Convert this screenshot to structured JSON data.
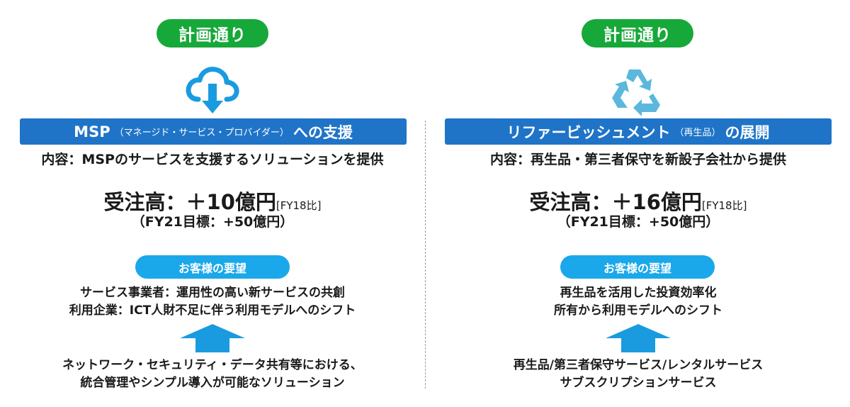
{
  "left": {
    "status_badge": "計画通り",
    "icon": "cloud-download-icon",
    "title_main": "MSP",
    "title_sub": "（マネージド・サービス・プロバイダー）",
    "title_tail": "への支援",
    "content": "内容：MSPのサービスを支援するソリューションを提供",
    "orders_label": "受注高：＋10億円",
    "orders_note": "[FY18比]",
    "target": "（FY21目標：+50億円）",
    "needs_badge": "お客様の要望",
    "needs": [
      "サービス事業者：運用性の高い新サービスの共創",
      "利用企業：ICT人財不足に伴う利用モデルへのシフト"
    ],
    "solutions": [
      "ネットワーク・セキュリティ・データ共有等における、",
      "統合管理やシンプル導入が可能なソリューション"
    ]
  },
  "right": {
    "status_badge": "計画通り",
    "icon": "recycle-icon",
    "title_main": "リファービッシュメント",
    "title_sub": "（再生品）",
    "title_tail": "の展開",
    "content": "内容：再生品・第三者保守を新設子会社から提供",
    "orders_label": "受注高：＋16億円",
    "orders_note": "[FY18比]",
    "target": "（FY21目標：+50億円）",
    "needs_badge": "お客様の要望",
    "needs": [
      "再生品を活用した投資効率化",
      "所有から利用モデルへのシフト"
    ],
    "solutions": [
      "再生品/第三者保守サービス/レンタルサービス",
      "サブスクリプションサービス"
    ]
  },
  "colors": {
    "green": "#17a83a",
    "blue_bar": "#1f74c8",
    "light_blue": "#1aa8ea",
    "icon_blue": "#1a9be0",
    "recycle_teal": "#5bb8dc"
  }
}
